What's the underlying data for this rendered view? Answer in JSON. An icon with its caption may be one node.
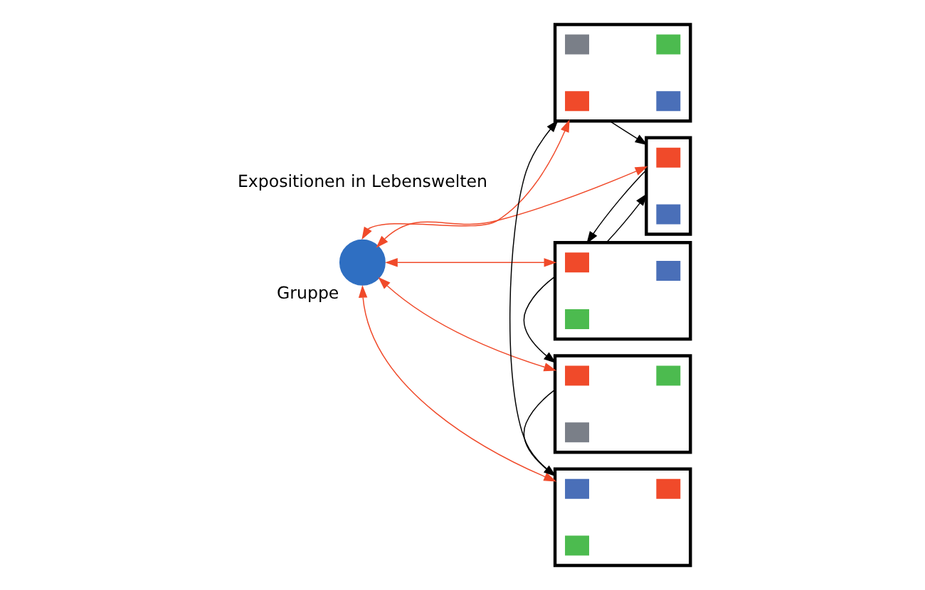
{
  "diagram": {
    "nodes": [
      {
        "text": [],
        "shape": "circle",
        "beside": [
          "Gruppe"
        ]
      },
      {
        "text": [],
        "shape": "box"
      },
      {
        "text": [],
        "shape": "box",
        "in": 1
      },
      {
        "text": [],
        "shape": "box",
        "in": 1
      },
      {
        "text": [],
        "shape": "box",
        "in": 1
      },
      {
        "text": [],
        "shape": "box",
        "in": 1
      },
      {
        "text": [],
        "shape": "box"
      },
      {
        "text": [],
        "shape": "box",
        "in": 6
      },
      {
        "text": [],
        "shape": "box",
        "in": 6
      },
      {
        "text": [],
        "shape": "box"
      },
      {
        "text": [],
        "shape": "box",
        "in": 9
      },
      {
        "text": [],
        "shape": "box",
        "in": 9
      },
      {
        "text": [],
        "shape": "box",
        "in": 9
      },
      {
        "text": [],
        "shape": "box"
      },
      {
        "text": [],
        "shape": "box",
        "in": 13
      },
      {
        "text": [],
        "shape": "box",
        "in": 13
      },
      {
        "text": [],
        "shape": "box",
        "in": 13
      },
      {
        "text": [],
        "shape": "box"
      },
      {
        "text": [],
        "shape": "box",
        "in": 17
      },
      {
        "text": [],
        "shape": "box",
        "in": 17
      },
      {
        "text": [],
        "shape": "box",
        "in": 17
      }
    ],
    "edges": [
      {
        "from": 0,
        "to": 1,
        "arrow": "both",
        "color": "#f04a2a"
      },
      {
        "from": 0,
        "to": 6,
        "arrow": "both",
        "color": "#f04a2a"
      },
      {
        "from": 0,
        "to": 9,
        "arrow": "both",
        "color": "#f04a2a"
      },
      {
        "from": 0,
        "to": 13,
        "arrow": "both",
        "color": "#f04a2a"
      },
      {
        "from": 0,
        "to": 17,
        "arrow": "both",
        "color": "#f04a2a"
      },
      {
        "from": 1,
        "to": 6,
        "arrow": "to"
      },
      {
        "from": 6,
        "to": 9,
        "arrow": "to"
      },
      {
        "from": 9,
        "to": 6,
        "arrow": "to"
      },
      {
        "from": 9,
        "to": 13,
        "arrow": "to"
      },
      {
        "from": 13,
        "to": 17,
        "arrow": "to"
      },
      {
        "from": 17,
        "to": 1,
        "arrow": "to"
      }
    ],
    "labels": [
      "Expositionen in Lebenswelten"
    ]
  }
}
